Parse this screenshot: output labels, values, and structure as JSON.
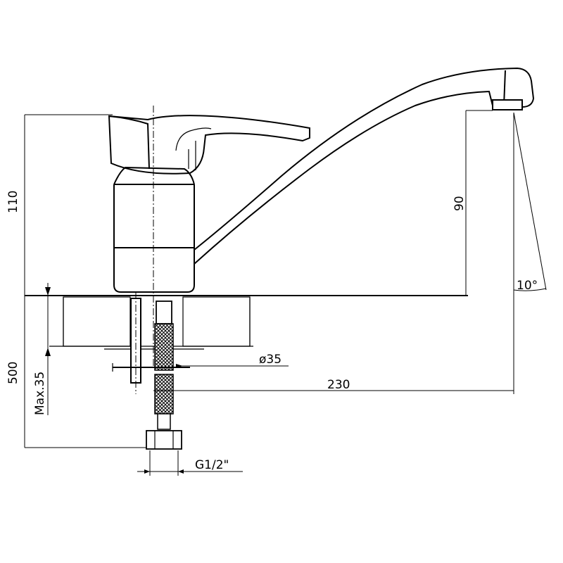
{
  "drawing": {
    "dimensions": {
      "total_height": "110",
      "spout_height": "90",
      "spout_angle": "10°",
      "hose_length": "500",
      "max_counter_thickness": "Max.35",
      "hole_diameter": "ø35",
      "spout_reach": "230",
      "thread": "G1/2\""
    },
    "colors": {
      "line": "#000000",
      "background": "#ffffff"
    }
  }
}
